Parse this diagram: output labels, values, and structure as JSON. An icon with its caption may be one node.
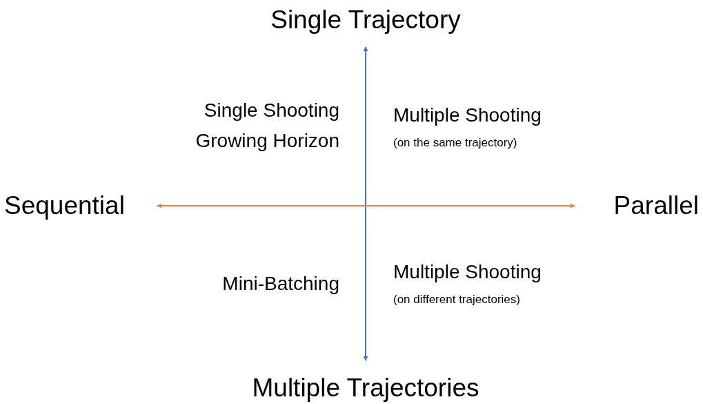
{
  "diagram": {
    "nodes": [
      {
        "text": [
          "Single Trajectory"
        ]
      },
      {
        "text": [
          "Multiple Trajectories"
        ]
      },
      {
        "text": [
          "Sequential"
        ]
      },
      {
        "text": [
          "Parallel"
        ]
      }
    ],
    "edges": [
      {
        "from": 0,
        "to": 1,
        "arrow": "both",
        "color": "#4472c4"
      },
      {
        "from": 2,
        "to": 3,
        "arrow": "both",
        "color": "#ed7d31"
      }
    ],
    "labels": [
      "Single Shooting",
      "Growing Horizon",
      "Multiple Shooting",
      "(on the same trajectory)",
      "Mini-Batching",
      "Multiple Shooting",
      "(on different trajectories)"
    ]
  }
}
